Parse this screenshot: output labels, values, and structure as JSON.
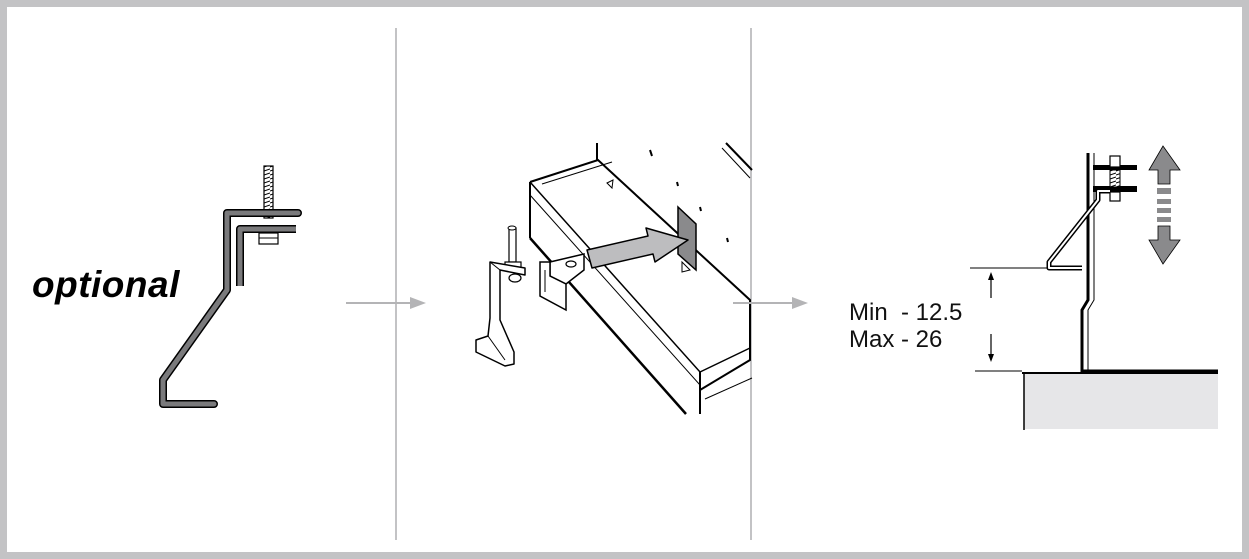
{
  "labels": {
    "optional": "optional",
    "min": "Min  - 12.5",
    "max": "Max - 26"
  },
  "colors": {
    "border": "#c3c3c5",
    "arrow": "#b4b4b6",
    "metal": "#7a7a7c",
    "floor": "#e6e6e8"
  },
  "icons": [
    "arrow-right-icon",
    "double-headed-arrow-icon",
    "dimension-arrow-icon"
  ]
}
